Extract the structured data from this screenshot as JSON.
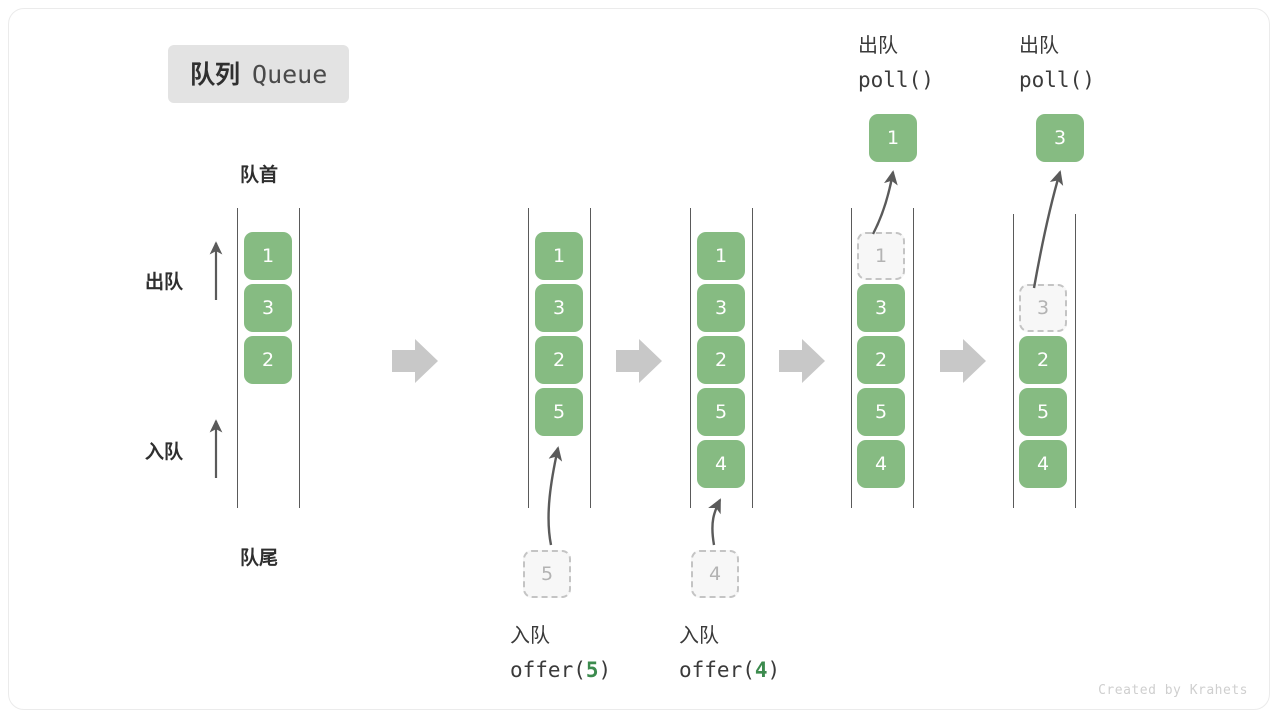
{
  "title": {
    "cn": "队列",
    "en": "Queue"
  },
  "labels": {
    "front": "队首",
    "rear": "队尾",
    "dequeue_side": "出队",
    "enqueue_side": "入队"
  },
  "colors": {
    "box_green": "#86bb82",
    "ghost_fill": "#f7f7f7",
    "ghost_border": "#c4c4c4",
    "ghost_text": "#b3b3b3",
    "rail": "#5a5a5a",
    "step_arrow": "#c8c8c8",
    "curve_arrow": "#5a5a5a",
    "badge_bg": "#e3e3e3",
    "accent_green": "#3c8b4e",
    "text_dark": "#2f2f2f"
  },
  "steps": [
    {
      "id": "initial",
      "items": [
        "1",
        "3",
        "2"
      ],
      "ghost": null,
      "popped": null,
      "caption": null
    },
    {
      "id": "offer-5",
      "items": [
        "1",
        "3",
        "2",
        "5"
      ],
      "ghost": {
        "value": "5",
        "position": "below-queue"
      },
      "popped": null,
      "caption": {
        "cn": "入队",
        "call_prefix": "offer(",
        "call_arg": "5",
        "call_suffix": ")"
      }
    },
    {
      "id": "offer-4",
      "items": [
        "1",
        "3",
        "2",
        "5",
        "4"
      ],
      "ghost": {
        "value": "4",
        "position": "below-queue"
      },
      "popped": null,
      "caption": {
        "cn": "入队",
        "call_prefix": "offer(",
        "call_arg": "4",
        "call_suffix": ")"
      }
    },
    {
      "id": "poll-1",
      "items": [
        "3",
        "2",
        "5",
        "4"
      ],
      "ghost": {
        "value": "1",
        "position": "slot-0"
      },
      "popped": {
        "value": "1",
        "label_cn": "出队",
        "label_call": "poll()"
      },
      "caption": null
    },
    {
      "id": "poll-3",
      "items": [
        "2",
        "5",
        "4"
      ],
      "ghost": {
        "value": "3",
        "position": "slot-1"
      },
      "popped": {
        "value": "3",
        "label_cn": "出队",
        "label_call": "poll()"
      },
      "caption": null
    }
  ],
  "watermark": "Created by Krahets"
}
